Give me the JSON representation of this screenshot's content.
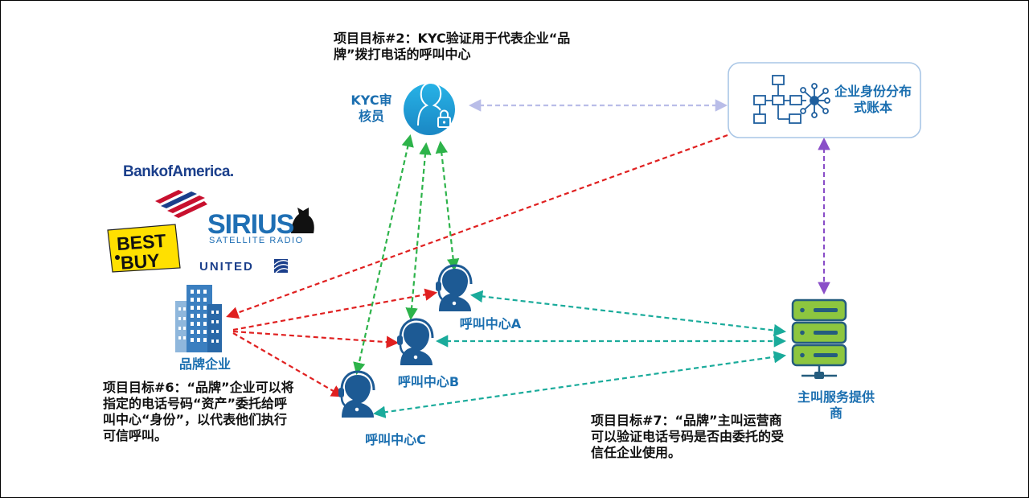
{
  "goals": {
    "goal2": "项目目标#2：KYC验证用于代表企业“品牌”拨打电话的呼叫中心",
    "goal6": "项目目标#6：“品牌”企业可以将指定的电话号码“资产”委托给呼叫中心“身份”，以代表他们执行可信呼叫。",
    "goal7": "项目目标#7：“品牌”主叫运营商可以验证电话号码是否由委托的受信任企业使用。"
  },
  "nodes": {
    "kyc_reviewer": "KYC审核员",
    "ledger": "企业身份分布式账本",
    "brand_enterprise": "品牌企业",
    "call_center_a": "呼叫中心A",
    "call_center_b": "呼叫中心B",
    "call_center_c": "呼叫中心C",
    "carrier": "主叫服务提供商"
  },
  "logos": {
    "bank_of_america": "BankofAmerica.",
    "sirius": "SIRIUS",
    "sirius_sub": "SATELLITE RADIO",
    "best_buy": "BEST BUY",
    "united": "UNITED"
  },
  "icons": {
    "kyc": "user-lock-icon",
    "ledger": "network-ledger-icon",
    "brand": "office-building-icon",
    "call_center": "headset-agent-icon",
    "carrier": "server-stack-icon"
  },
  "colors": {
    "accent_blue": "#1b6fb0",
    "red_link": "#e02020",
    "green_link": "#2db34a",
    "teal_link": "#1aab9b",
    "purple_link": "#8a4fc8",
    "lavender_link": "#b9bde8",
    "server_green": "#8dc63f",
    "server_dark": "#245c7e"
  }
}
